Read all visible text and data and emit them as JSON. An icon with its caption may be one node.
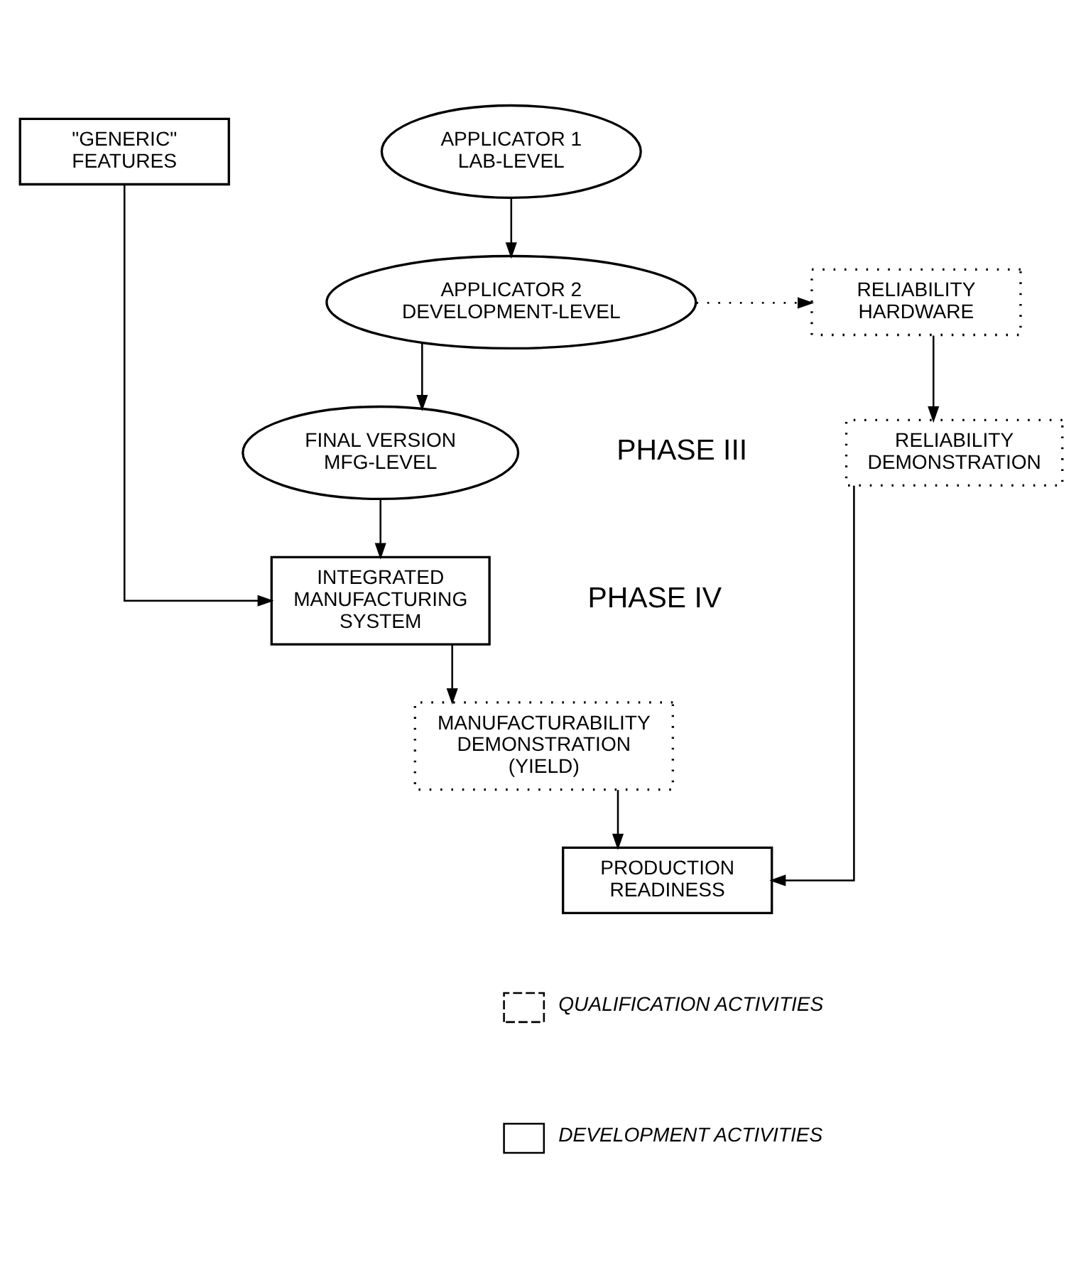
{
  "diagram": {
    "nodes": [
      {
        "text": [
          "\"GENERIC\" FEATURES"
        ]
      },
      {
        "text": [
          "APPLICATOR 1 LAB-LEVEL"
        ]
      },
      {
        "text": [
          "RELIABILITY HARDWARE"
        ]
      },
      {
        "text": [
          "APPLICATOR 2 DEVELOPMENT-LEVEL"
        ]
      },
      {
        "text": [
          "RELIABILITY DEMONSTRATION"
        ]
      },
      {
        "text": [
          "FINAL VERSION MFG-LEVEL"
        ]
      },
      {
        "text": [
          "INTEGRATED MANUFACTURING SYSTEM"
        ]
      },
      {
        "text": [
          "MANUFACTURABILITY DEMONSTRATION (YIELD)"
        ]
      },
      {
        "text": [
          "PRODUCTION READINESS"
        ]
      }
    ],
    "edges": [
      {
        "from": 1,
        "to": 3,
        "arrow": "to"
      },
      {
        "from": 3,
        "to": 2,
        "arrow": "to",
        "style": "dashed"
      },
      {
        "from": 3,
        "to": 5,
        "arrow": "to"
      },
      {
        "from": 2,
        "to": 4,
        "arrow": "to"
      },
      {
        "from": 5,
        "to": 6,
        "arrow": "to"
      },
      {
        "from": 0,
        "to": 6,
        "arrow": "to"
      },
      {
        "from": 6,
        "to": 7,
        "arrow": "to"
      },
      {
        "from": 7,
        "to": 8,
        "arrow": "to"
      },
      {
        "from": 4,
        "to": 8,
        "arrow": "to"
      }
    ],
    "labels": [
      "PHASE III",
      "PHASE IV"
    ],
    "legend": [
      {
        "text": "QUALIFICATION ACTIVITIES"
      },
      {
        "text": "DEVELOPMENT ACTIVITIES"
      }
    ]
  }
}
